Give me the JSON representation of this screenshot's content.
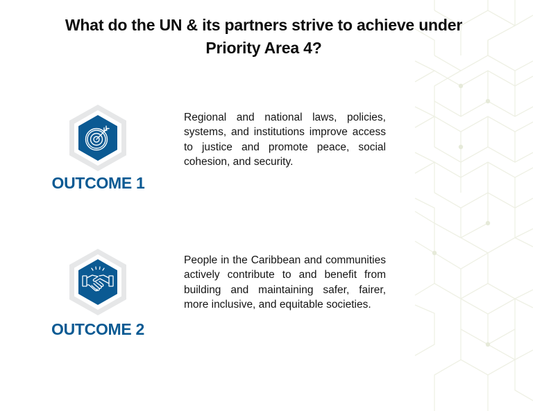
{
  "header": {
    "title_line1": "What do the UN & its partners strive to achieve under",
    "title_line2": "Priority Area 4?"
  },
  "outcomes": [
    {
      "label": "OUTCOME 1",
      "icon": "target-arrow-icon",
      "description": "Regional and national laws, policies, systems, and institutions improve access to justice and promote peace, social cohesion, and security."
    },
    {
      "label": "OUTCOME 2",
      "icon": "handshake-icon",
      "description": "People in the Caribbean and communities actively contribute to and benefit from building and maintaining safer, fairer, more inclusive, and equitable societies."
    }
  ],
  "colors": {
    "brand_blue": "#0b5a93",
    "hex_ring_gray": "#e6e7e8",
    "background_hex_lines": "#eef0e4"
  }
}
